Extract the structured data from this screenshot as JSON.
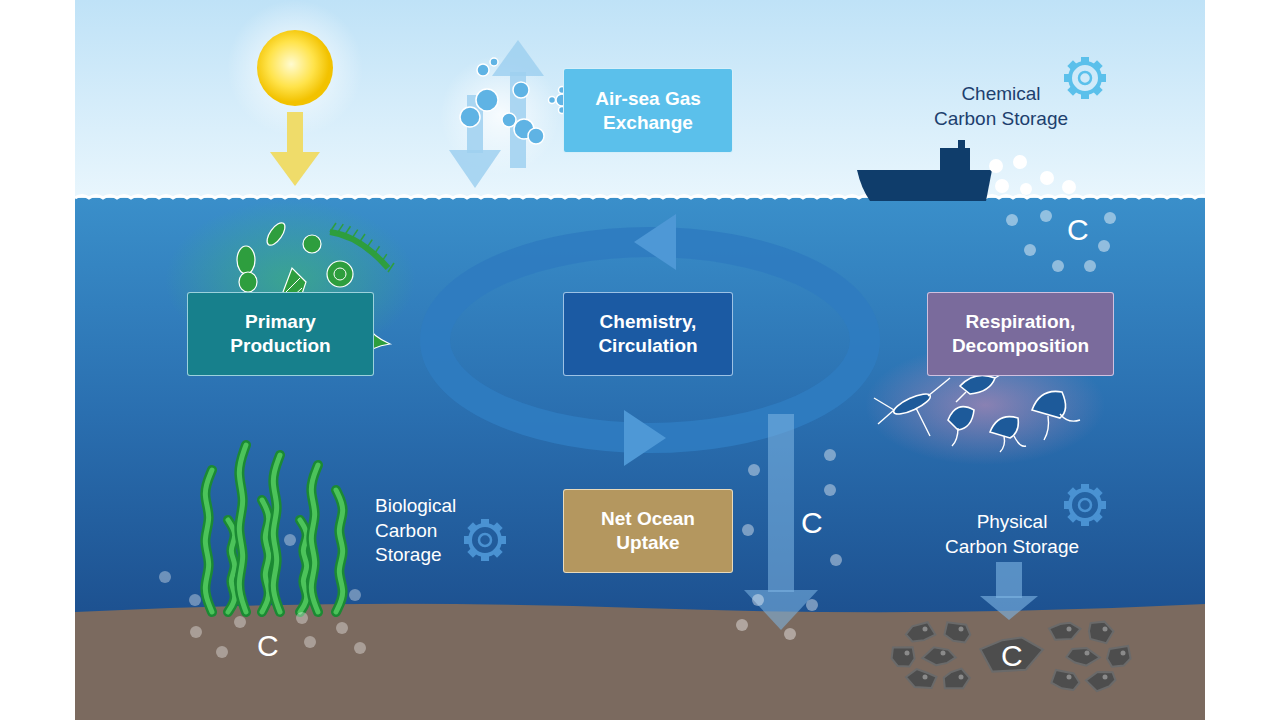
{
  "diagram": {
    "nodes": [
      {
        "text": [
          "Air-sea Gas Exchange"
        ]
      },
      {
        "text": [
          "Primary Production"
        ]
      },
      {
        "text": [
          "Chemistry, Circulation"
        ]
      },
      {
        "text": [
          "Respiration, Decomposition"
        ]
      },
      {
        "text": [
          "Net Ocean Uptake"
        ]
      }
    ],
    "labels": [
      "Chemical Carbon Storage",
      "C",
      "Biological Carbon Storage",
      "C",
      "Physical Carbon Storage",
      "C",
      "C"
    ]
  }
}
